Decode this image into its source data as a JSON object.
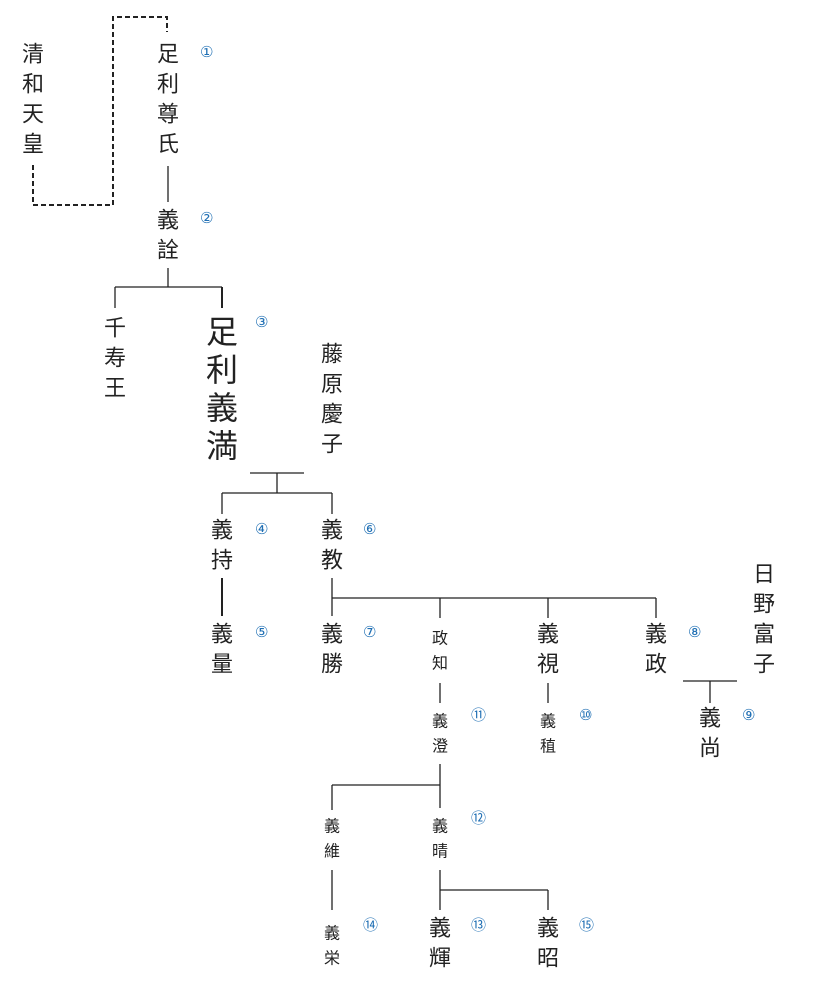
{
  "persons": {
    "seiwa": "清和天皇",
    "takauji": "足利尊氏",
    "yoshiakira": "義詮",
    "senjuo": "千寿王",
    "yoshimitsu": "足利義満",
    "fujiwara_keishi": "藤原慶子",
    "yoshimochi": "義持",
    "yoshinori": "義教",
    "yoshikazu": "義量",
    "yoshikatsu": "義勝",
    "masatomo": "政知",
    "yoshimi": "義視",
    "yoshimasa": "義政",
    "hino_tomiko": "日野富子",
    "yoshihisa": "義尚",
    "yoshizumi": "義澄",
    "yoshitane": "義稙",
    "yoshitsuna": "義維",
    "yoshiharu": "義晴",
    "yoshihide": "義栄",
    "yoshiteru": "義輝",
    "yoshiaki": "義昭"
  },
  "ordinals": {
    "takauji": "①",
    "yoshiakira": "②",
    "yoshimitsu": "③",
    "yoshimochi": "④",
    "yoshikazu": "⑤",
    "yoshinori": "⑥",
    "yoshikatsu": "⑦",
    "yoshimasa": "⑧",
    "yoshihisa": "⑨",
    "yoshitane": "⑩",
    "yoshizumi": "⑪",
    "yoshiharu": "⑫",
    "yoshiteru": "⑬",
    "yoshihide": "⑭",
    "yoshiaki": "⑮"
  },
  "colors": {
    "line": "#222222",
    "text": "#222222",
    "ordinal": "#1f6fb4"
  }
}
